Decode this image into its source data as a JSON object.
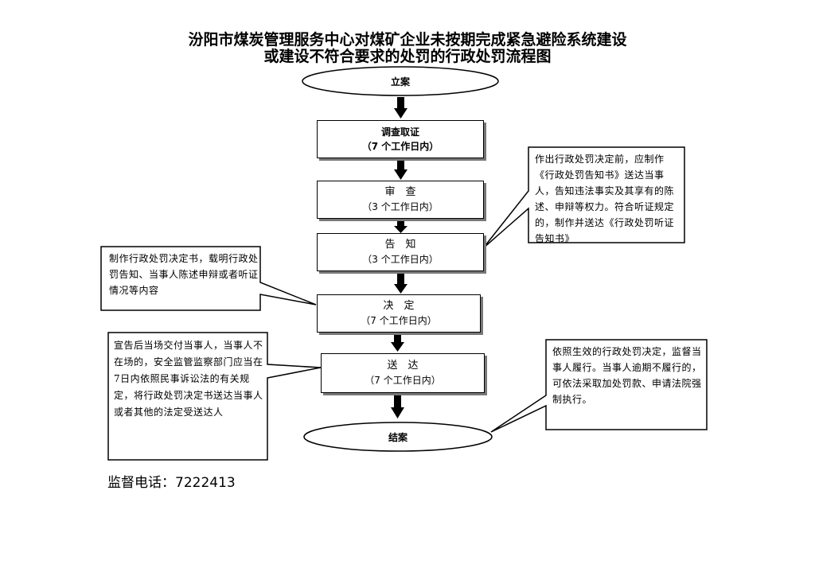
{
  "title": {
    "line1": "汾阳市煤炭管理服务中心对煤矿企业未按期完成紧急避险系统建设",
    "line2": "或建设不符合要求的处罚的行政处罚流程图"
  },
  "start": "立案",
  "steps": [
    {
      "name": "调查取证",
      "duration": "（7 个工作日内）"
    },
    {
      "name": "审　查",
      "duration": "（3 个工作日内）"
    },
    {
      "name": "告　知",
      "duration": "（3 个工作日内）"
    },
    {
      "name": "决　定",
      "duration": "（7 个工作日内）"
    },
    {
      "name": "送　达",
      "duration": "（7 个工作日内）"
    }
  ],
  "end": "结案",
  "notes": {
    "notify": "作出行政处罚决定前，应制作《行政处罚告知书》送达当事人，告知违法事实及其享有的陈述、申辩等权力。符合听证规定的，制作并送达《行政处罚听证告知书》",
    "decide": "制作行政处罚决定书，载明行政处罚告知、当事人陈述申辩或者听证情况等内容",
    "deliver": "宣告后当场交付当事人，当事人不在场的，安全监管监察部门应当在7日内依照民事诉讼法的有关规定，将行政处罚决定书送达当事人或者其他的法定受送达人",
    "close": "依照生效的行政处罚决定，监督当事人履行。当事人逾期不履行的，可依法采取加处罚款、申请法院强制执行。"
  },
  "phone": "监督电话：7222413"
}
